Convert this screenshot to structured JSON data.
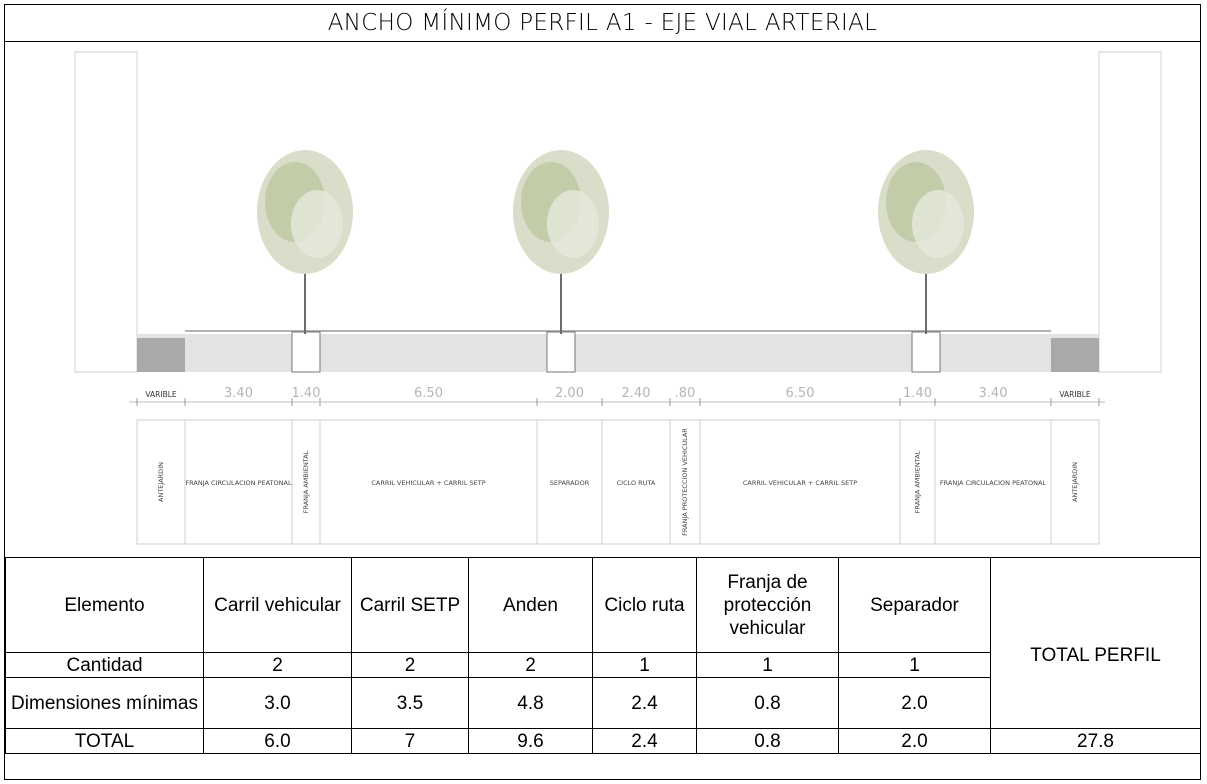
{
  "title": "ANCHO MÍNIMO PERFIL A1 - EJE VIAL ARTERIAL",
  "section": {
    "dimensions": [
      "VARIBLE",
      "3.40",
      "1.40",
      "6.50",
      "2.00",
      "2.40",
      ".80",
      "6.50",
      "1.40",
      "3.40",
      "VARIBLE"
    ],
    "strip_labels": [
      "ANTEJARDIN",
      "FRANJA CIRCULACION PEATONAL",
      "FRANJA AMBIENTAL",
      "CARRIL VEHICULAR + CARRIL SETP",
      "SEPARADOR",
      "CICLO RUTA",
      "FRANJA PROTECCION VEHICULAR",
      "CARRIL VEHICULAR + CARRIL SETP",
      "FRANJA AMBIENTAL",
      "FRANJA CIRCULACION PEATONAL",
      "ANTEJARDIN"
    ]
  },
  "table": {
    "header": {
      "first": "Elemento",
      "cols": [
        "Carril vehicular",
        "Carril SETP",
        "Anden",
        "Ciclo ruta",
        "Franja de protección vehicular",
        "Separador"
      ],
      "total_label": "TOTAL PERFIL"
    },
    "rows": [
      {
        "label": "Cantidad",
        "values": [
          "2",
          "2",
          "2",
          "1",
          "1",
          "1"
        ]
      },
      {
        "label": "Dimensiones mínimas",
        "values": [
          "3.0",
          "3.5",
          "4.8",
          "2.4",
          "0.8",
          "2.0"
        ]
      }
    ],
    "total_row": {
      "label": "TOTAL",
      "values": [
        "6.0",
        "7",
        "9.6",
        "2.4",
        "0.8",
        "2.0"
      ],
      "grand_total": "27.8"
    }
  }
}
